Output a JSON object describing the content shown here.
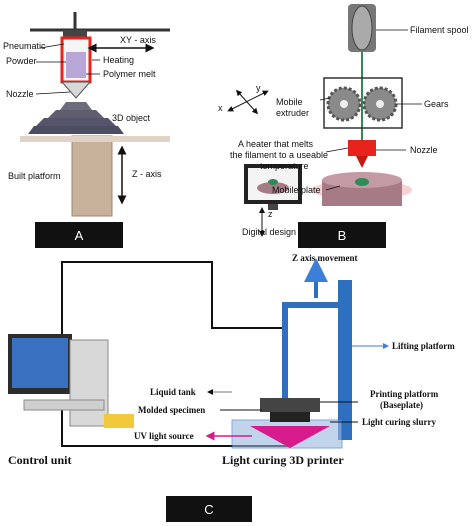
{
  "panel_a": {
    "tag": "A",
    "labels": {
      "pneumatic": "Pneumatic",
      "powder": "Powder",
      "heating": "Heating",
      "polymer_melt": "Polymer melt",
      "nozzle": "Nozzle",
      "xy_axis": "XY - axis",
      "object": "3D object",
      "z_axis": "Z - axis",
      "platform": "Built platform"
    }
  },
  "panel_b": {
    "tag": "B",
    "labels": {
      "filament_spool": "Filament spool",
      "axis_x": "x",
      "axis_y": "y",
      "axis_z": "z",
      "mobile_extruder_l1": "Mobile",
      "mobile_extruder_l2": "extruder",
      "gears": "Gears",
      "heater_l1": "A heater that melts",
      "heater_l2": "the filament to a useable",
      "heater_l3": "temperature",
      "nozzle": "Nozzle",
      "mobile_plate": "Mobile plate",
      "digital_design": "Digital design"
    }
  },
  "panel_c": {
    "tag": "C",
    "labels": {
      "z_movement": "Z axis movement",
      "lifting_platform": "Lifting platform",
      "liquid_tank": "Liquid tank",
      "printing_platform_l1": "Printing platform",
      "printing_platform_l2": "(Baseplate)",
      "molded_specimen": "Molded specimen",
      "light_curing_slurry": "Light curing slurry",
      "uv_source": "UV light source",
      "control_unit": "Control unit",
      "printer": "Light curing 3D printer"
    }
  },
  "colors": {
    "heater_red": "#e8221c",
    "melt_purple": "#b9a6d6",
    "gear_gray": "#8a8a8a",
    "uv_magenta": "#d81b8c",
    "frame_blue": "#2f6fc0",
    "label_arrow": "#3d7fd6"
  }
}
